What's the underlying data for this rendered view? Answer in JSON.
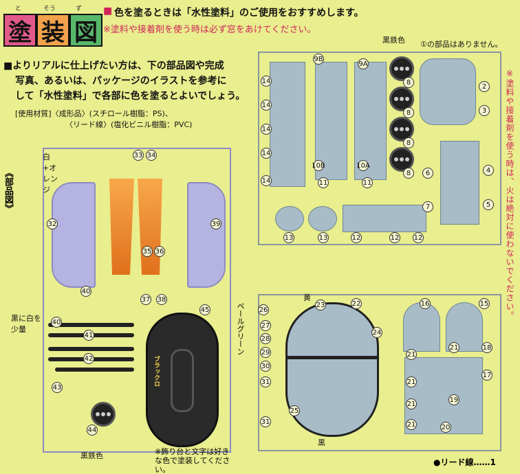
{
  "title": {
    "chars": [
      "塗",
      "装",
      "図"
    ],
    "ruby": [
      "と",
      "そう",
      "ず"
    ]
  },
  "notes": {
    "bullet": "■",
    "line1": "色を塗るときは「水性塗料」のご使用をおすすめします。",
    "line2": "※塗料や接着剤を使う時は必ず窓をあけてください。"
  },
  "intro": {
    "line1": "■よりリアルに仕上げたい方は、下の部品図や完成",
    "line2": "写真、あるいは、パッケージのイラストを参考に",
    "line3": "して「水性塗料」で各部に色を塗るとよいでしょう。"
  },
  "materials": {
    "line1": "[使用材質]〈成形品〉(スチロール樹脂：PS)、",
    "line2": "〈リード線〉(塩化ビニル樹脂：PVC)"
  },
  "left_panel": {
    "side_label": "《部品図》",
    "label_white_orange": "白+オレンジ",
    "label_black_white": "黒に白を少量",
    "label_gunmetal": "黒鉄色",
    "stand_text": "ブラックロ",
    "stand_note": "※飾り台と文字は好きな色で塗装してください。",
    "parts": [
      "33",
      "34",
      "32",
      "39",
      "35",
      "36",
      "40",
      "37",
      "38",
      "40",
      "45",
      "41",
      "42",
      "43",
      "44"
    ]
  },
  "right_top": {
    "label_gunmetal": "黒鉄色",
    "note_part1": "①の部品はありません。",
    "parts": [
      "9B",
      "9A",
      "14",
      "14",
      "14",
      "14",
      "14",
      "10B",
      "10A",
      "11",
      "11",
      "8",
      "8",
      "8",
      "8",
      "2",
      "3",
      "6",
      "4",
      "5",
      "7",
      "13",
      "13",
      "12",
      "12",
      "12"
    ]
  },
  "right_bottom": {
    "label_yellow": "黄",
    "label_pale_green": "ペールグリーン",
    "label_black": "黒",
    "parts": [
      "26",
      "23",
      "22",
      "16",
      "15",
      "27",
      "28",
      "29",
      "30",
      "31",
      "31",
      "21",
      "21",
      "21",
      "21",
      "17",
      "18",
      "24",
      "25",
      "19",
      "20",
      "21"
    ]
  },
  "side_warning": "※塗料や接着剤を使う時は、火は絶対に使わないでください。",
  "lead_wire": "●リード線……1",
  "colors": {
    "background": "#e9ee8e",
    "accent_red": "#d0245a",
    "sprue_purple": "#b5b3e0",
    "parts_blue": "#a8bcc8",
    "orange": "#f08a2a",
    "black": "#222222"
  }
}
